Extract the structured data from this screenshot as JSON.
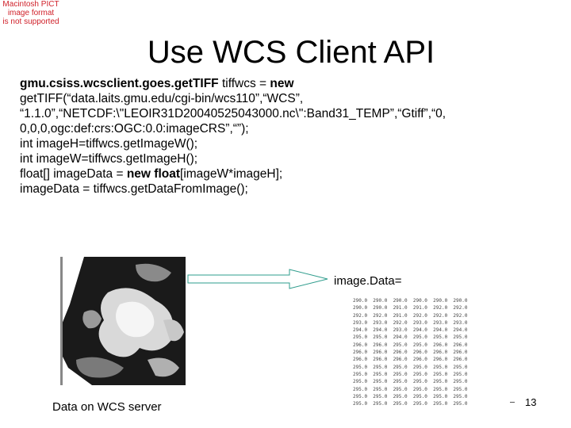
{
  "pict_note": [
    "Macintosh PICT",
    "image format",
    "is not supported"
  ],
  "title": "Use WCS Client API",
  "code": {
    "l1_bold": "gmu.csiss.wcsclient.goes.getTIFF",
    "l1_rest": " tiffwcs = ",
    "l1_kw": "new",
    "l2": "getTIFF(“data.laits.gmu.edu/cgi-bin/wcs110”,“WCS”,",
    "l3": "“1.1.0”,“NETCDF:\\\"LEOIR31D20040525043000.nc\\\":Band31_TEMP”,“Gtiff”,“0,",
    "l4": "0,0,0,ogc:def:crs:OGC:0.0:imageCRS”,“”);",
    "l5": "int imageH=tiffwcs.getImageW();",
    "l6": "int imageW=tiffwcs.getImageH();",
    "l7_a": "float[] imageData = ",
    "l7_kw": "new float",
    "l7_b": "[imageW*imageH];",
    "l8": "imageData = tiffwcs.getDataFromImage();"
  },
  "arrow_label": "image.Data=",
  "data_rows": [
    "290.0  290.0  290.0  290.0  290.0  290.0",
    "290.0  290.0  291.0  291.0  292.0  292.0",
    "292.0  292.0  291.0  292.0  292.0  292.0",
    "293.0  293.0  292.0  293.0  293.0  293.0",
    "294.0  294.0  293.0  294.0  294.0  294.0",
    "295.0  295.0  294.0  295.0  295.0  295.0",
    "296.0  296.0  295.0  295.0  296.0  296.0",
    "296.0  296.0  296.0  296.0  296.0  296.0",
    "296.0  296.0  296.0  296.0  296.0  296.0",
    "295.0  295.0  295.0  295.0  295.0  295.0",
    "295.0  295.0  295.0  295.0  295.0  295.0",
    "295.0  295.0  295.0  295.0  295.0  295.0",
    "295.0  295.0  295.0  295.0  295.0  295.0",
    "295.0  295.0  295.0  295.0  295.0  295.0",
    "295.0  295.0  295.0  295.0  295.0  295.0"
  ],
  "caption": "Data on WCS server",
  "page_number": "13"
}
